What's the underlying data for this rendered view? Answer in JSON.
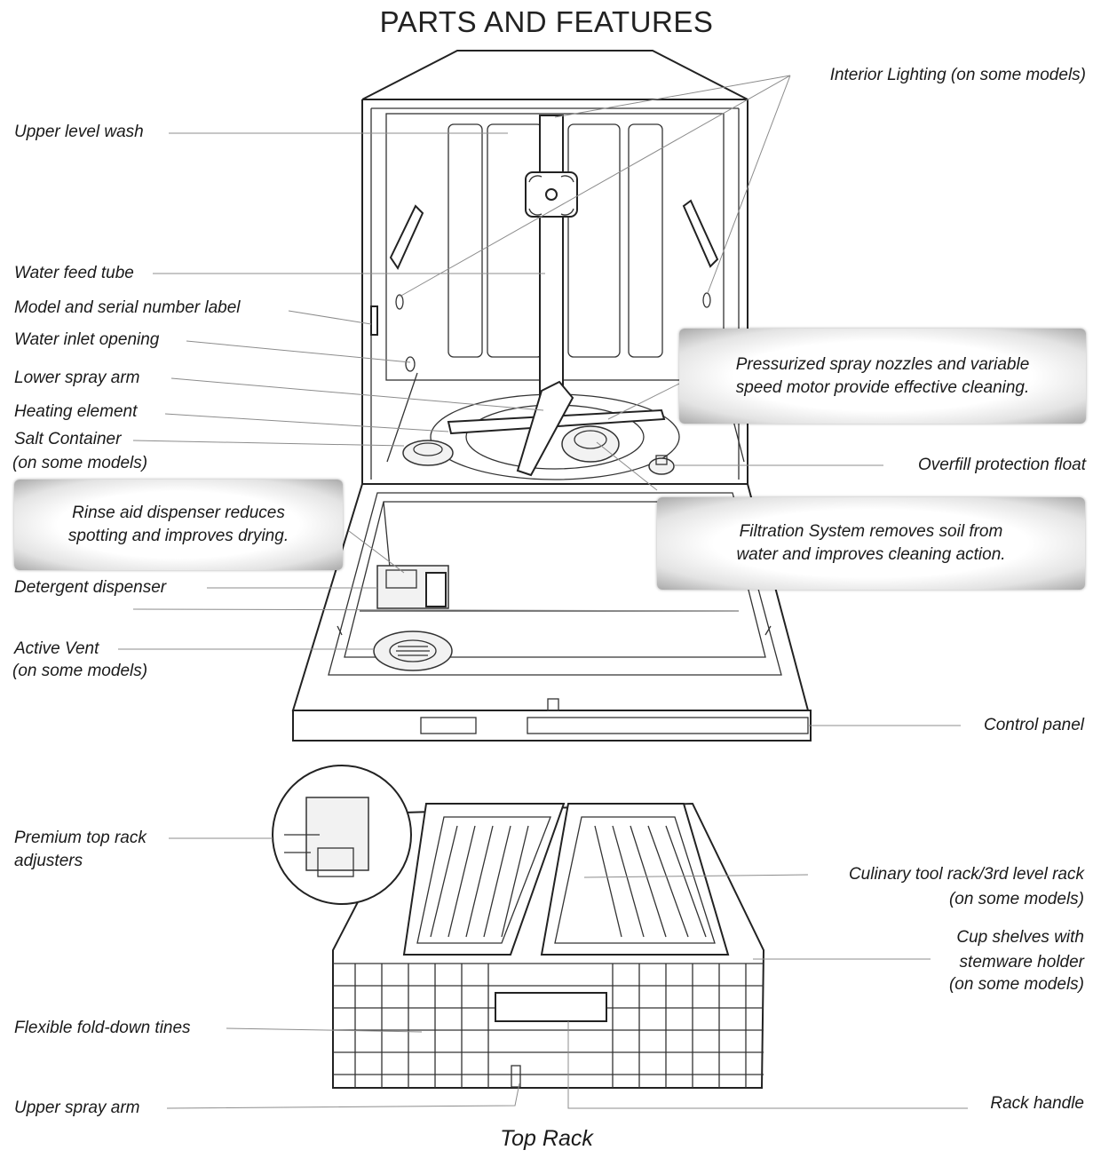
{
  "title": "PARTS AND FEATURES",
  "labels": {
    "interior_lighting": "Interior Lighting (on some models)",
    "upper_level_wash": "Upper level wash",
    "water_feed_tube": "Water feed tube",
    "model_serial_label": "Model and serial number label",
    "water_inlet_opening": "Water inlet opening",
    "lower_spray_arm": "Lower spray arm",
    "heating_element": "Heating element",
    "salt_container_1": "Salt Container",
    "salt_container_2": "(on some models)",
    "overfill_float": "Overfill protection float",
    "detergent_dispenser": "Detergent dispenser",
    "active_vent_1": "Active Vent",
    "active_vent_2": "(on some models)",
    "control_panel": "Control panel",
    "premium_adjusters_1": "Premium top rack",
    "premium_adjusters_2": "adjusters",
    "culinary_rack_1": "Culinary tool rack/3rd level rack",
    "culinary_rack_2": "(on some models)",
    "cup_shelves_1": "Cup shelves with",
    "cup_shelves_2": "stemware holder",
    "cup_shelves_3": "(on some models)",
    "fold_down_tines": "Flexible fold-down tines",
    "upper_spray_arm": "Upper spray arm",
    "rack_handle": "Rack handle"
  },
  "callouts": {
    "spray_1": "Pressurized spray nozzles and variable",
    "spray_2": "speed motor provide effective cleaning.",
    "rinse_1": "Rinse aid dispenser reduces",
    "rinse_2": "spotting  and improves drying.",
    "filter_1": "Filtration System removes soil from",
    "filter_2": "water and improves cleaning action."
  },
  "rack_title": "Top Rack"
}
